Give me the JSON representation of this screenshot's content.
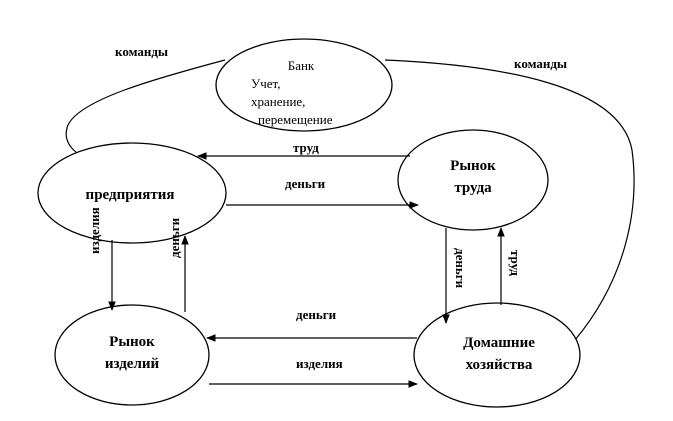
{
  "nodes": {
    "bank": {
      "title": "Банк",
      "lines": [
        "Учет,",
        "хранение,",
        "перемещение"
      ]
    },
    "enterprises": {
      "label": "предприятия"
    },
    "labor_market": {
      "line1": "Рынок",
      "line2": "труда"
    },
    "goods_market": {
      "line1": "Рынок",
      "line2": "изделий"
    },
    "households": {
      "line1": "Домашние",
      "line2": "хозяйства"
    }
  },
  "edges": {
    "commands_left": "команды",
    "commands_right": "команды",
    "labor_top": "труд",
    "money_top": "деньги",
    "goods_left_vertical": "изделия",
    "money_left_vertical": "деньги",
    "money_right_vertical": "деньги",
    "labor_right_vertical": "труд",
    "money_bottom": "деньги",
    "goods_bottom": "изделия"
  }
}
